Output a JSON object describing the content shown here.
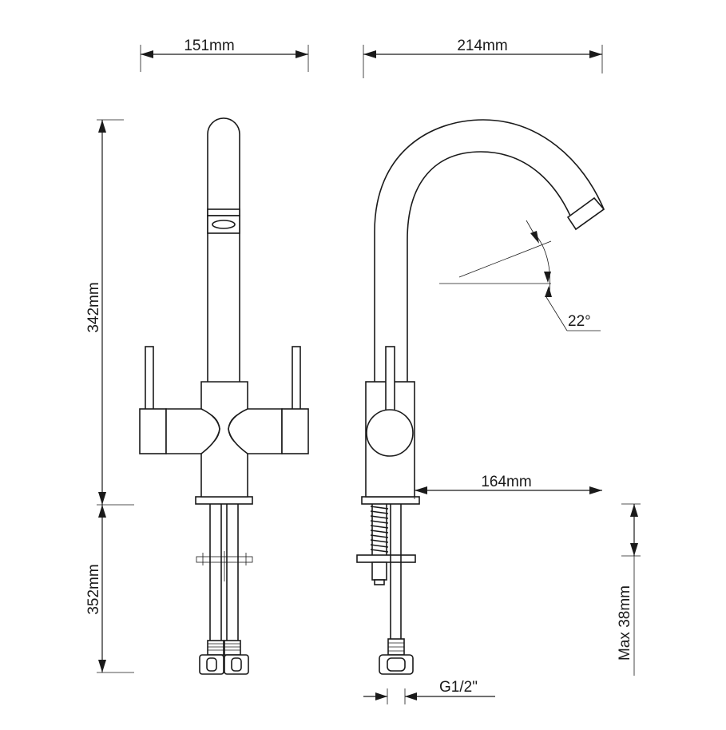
{
  "drawing": {
    "dimensions": {
      "front_width": "151mm",
      "side_width": "214mm",
      "height": "342mm",
      "hose_length": "352mm",
      "spout_reach": "164mm",
      "spout_angle": "22°",
      "max_deck_thickness": "Max 38mm",
      "thread": "G1/2\""
    }
  }
}
